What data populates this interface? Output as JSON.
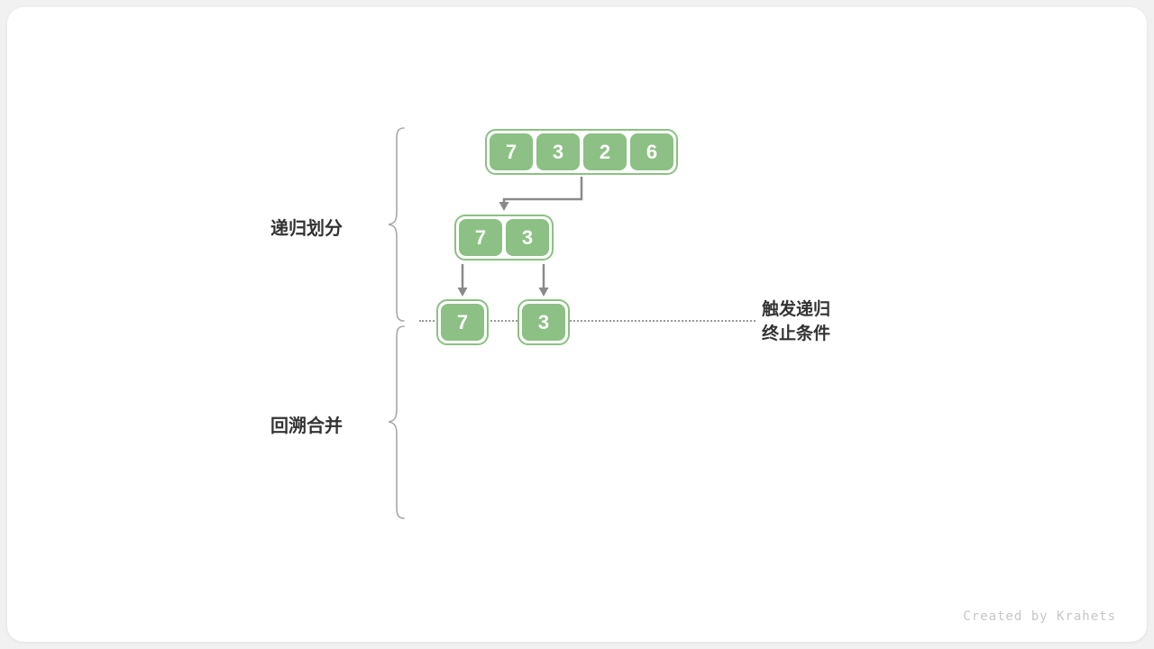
{
  "page": {
    "background": "#f1f1f1",
    "card_background": "#ffffff"
  },
  "diagram": {
    "arrays": {
      "level1": [
        "7",
        "3",
        "2",
        "6"
      ],
      "level2": [
        "7",
        "3"
      ],
      "level3_left": [
        "7"
      ],
      "level3_right": [
        "3"
      ]
    },
    "labels": {
      "divide": "递归划分",
      "merge": "回溯合并",
      "termination_line1": "触发递归",
      "termination_line2": "终止条件"
    },
    "colors": {
      "cell_green": "#8cc084",
      "group_border": "#8cc084",
      "arrow_gray": "#8a8a8a",
      "brace_gray": "#a8a8a8",
      "dotted_gray": "#9a9a9a",
      "label_text": "#333333",
      "watermark_gray": "#c6c6c6"
    }
  },
  "footer": {
    "watermark": "Created by Krahets"
  }
}
